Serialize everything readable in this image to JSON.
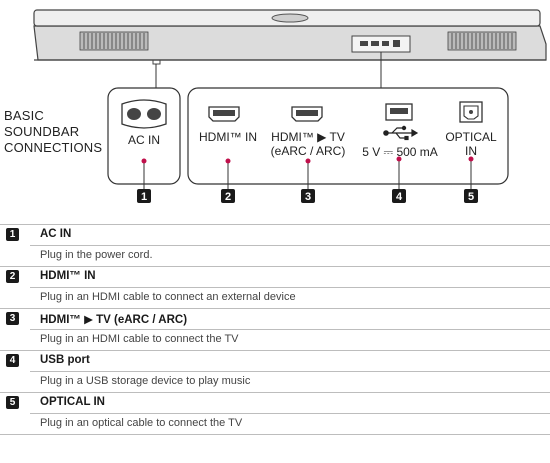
{
  "side_label": [
    "BASIC",
    "SOUNDBAR",
    "CONNECTIONS"
  ],
  "panel_labels": {
    "ac_in": "AC IN",
    "hdmi_in": "HDMI™ IN",
    "hdmi_tv_line1": "HDMI™ ▶ TV",
    "hdmi_tv_line2": "(eARC / ARC)",
    "usb": "5 V ⎓ 500 mA",
    "optical_line1": "OPTICAL",
    "optical_line2": "IN"
  },
  "markers": [
    "1",
    "2",
    "3",
    "4",
    "5"
  ],
  "connections": [
    {
      "number": "1",
      "title": "AC IN",
      "description": "Plug in the power cord."
    },
    {
      "number": "2",
      "title": "HDMI™ IN",
      "description": "Plug in an HDMI cable to connect an external device"
    },
    {
      "number": "3",
      "title": "HDMI™ ▶ TV (eARC / ARC)",
      "description": "Plug in an HDMI cable to connect the TV"
    },
    {
      "number": "4",
      "title": "USB port",
      "description": "Plug in a USB storage device to play music"
    },
    {
      "number": "5",
      "title": "OPTICAL IN",
      "description": "Plug in an optical cable to connect the TV"
    }
  ],
  "colors": {
    "accent": "#c0104b",
    "marker_bg": "#1a1a1a",
    "rule": "#bdbdbd"
  }
}
